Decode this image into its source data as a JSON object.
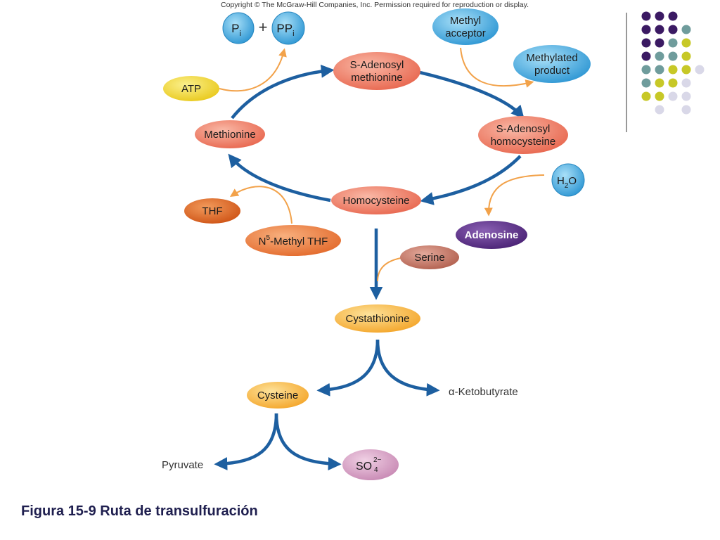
{
  "copyright": "Copyright © The McGraw-Hill Companies, Inc. Permission required for reproduction or display.",
  "caption": "Figura 15-9 Ruta de transulfuración",
  "nodes": {
    "pi": {
      "main": "P",
      "sub": "i"
    },
    "plus": "+",
    "ppi": {
      "main": "PP",
      "sub": "i"
    },
    "atp": "ATP",
    "sam": {
      "line1": "S-Adenosyl",
      "line2": "methionine"
    },
    "methyl_acceptor": {
      "line1": "Methyl",
      "line2": "acceptor"
    },
    "methylated_product": {
      "line1": "Methylated",
      "line2": "product"
    },
    "methionine": "Methionine",
    "sah": {
      "line1": "S-Adenosyl",
      "line2": "homocysteine"
    },
    "h2o": {
      "h": "H",
      "sub": "2",
      "o": "O"
    },
    "homocysteine": "Homocysteine",
    "thf": "THF",
    "n5_methyl_thf": {
      "n": "N",
      "sup": "5",
      "rest": "-Methyl THF"
    },
    "adenosine": "Adenosine",
    "serine": "Serine",
    "cystathionine": "Cystathionine",
    "cysteine": "Cysteine",
    "ketobutyrate": "α-Ketobutyrate",
    "pyruvate": "Pyruvate",
    "sulfate": {
      "main": "SO",
      "sup": "2−",
      "sub": "4"
    }
  },
  "colors": {
    "arrow_blue": "#1d5fa0",
    "arrow_orange": "#f2a24a",
    "salmon": "#ef7f6a",
    "blue_node": "#4fb0e4",
    "atp_yellow": "#f3dc3f",
    "thf_orange": "#e0682a",
    "adenosine_purple": "#5a2f86",
    "serine_brown": "#c07464",
    "cysteine_orange": "#f7b74a",
    "sulfate_pink": "#d9a3c6",
    "dot_purple": "#3b1a63",
    "dot_teal": "#6f9c9c",
    "dot_yellow": "#c7c827",
    "dot_lavender": "#d9d8e8"
  },
  "dot_grid": [
    [
      "purple",
      "purple",
      "purple",
      "none"
    ],
    [
      "purple",
      "purple",
      "purple",
      "teal"
    ],
    [
      "purple",
      "purple",
      "teal",
      "yellow"
    ],
    [
      "purple",
      "teal",
      "teal",
      "yellow"
    ],
    [
      "teal",
      "teal",
      "yellow",
      "yellow",
      "lavender"
    ],
    [
      "teal",
      "yellow",
      "yellow",
      "lavender"
    ],
    [
      "yellow",
      "yellow",
      "lavender",
      "lavender"
    ],
    [
      "none",
      "lavender",
      "none",
      "lavender"
    ]
  ]
}
